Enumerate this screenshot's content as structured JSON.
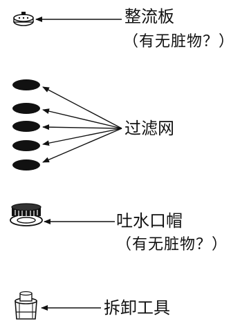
{
  "parts": [
    {
      "name": "整流板",
      "note": "（有无脏物？）",
      "icon": "flow-straightener-plate-icon"
    },
    {
      "name": "过滤网",
      "icon": "filter-screen-disc-icon",
      "count": 5
    },
    {
      "name": "吐水口帽",
      "note": "（有无脏物？）",
      "icon": "spout-aerator-cap-icon"
    },
    {
      "name": "拆卸工具",
      "icon": "removal-tool-icon"
    }
  ],
  "colors": {
    "line": "#111111",
    "fill": "#111111",
    "background": "#ffffff"
  }
}
